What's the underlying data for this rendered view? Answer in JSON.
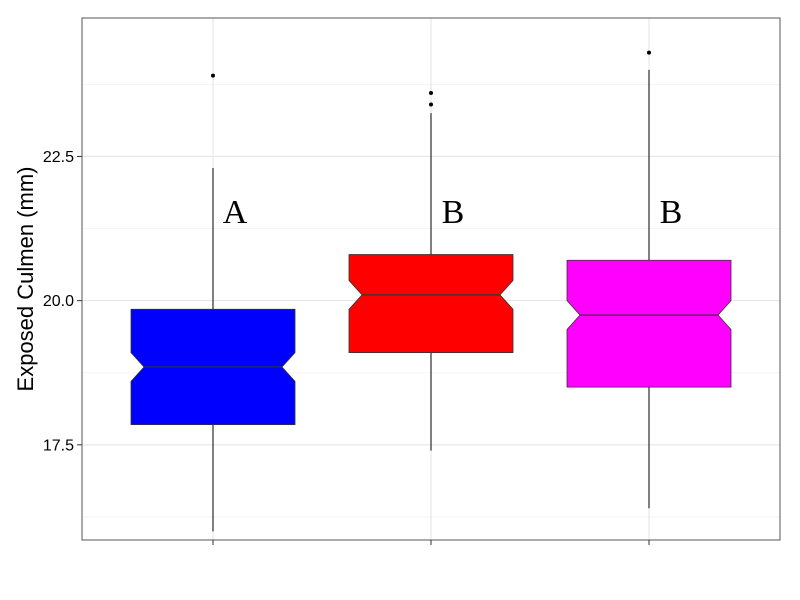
{
  "chart_data": {
    "type": "boxplot",
    "ylabel": "Exposed Culmen (mm)",
    "ylim": [
      15.85,
      24.9
    ],
    "yticks": [
      17.5,
      20.0,
      22.5
    ],
    "ytick_labels": [
      "17.5",
      "20.0",
      "22.5"
    ],
    "grid": true,
    "notched": true,
    "groups": [
      {
        "color": "#0000ff",
        "letter": "A",
        "letter_y": 21.55,
        "whisker_low": 16.0,
        "q1": 17.85,
        "median": 18.85,
        "q3": 19.85,
        "whisker_high": 22.3,
        "notch_low": 18.6,
        "notch_high": 19.1,
        "outliers": [
          23.9
        ]
      },
      {
        "color": "#ff0000",
        "letter": "B",
        "letter_y": 21.55,
        "whisker_low": 17.4,
        "q1": 19.1,
        "median": 20.1,
        "q3": 20.8,
        "whisker_high": 23.25,
        "notch_low": 19.85,
        "notch_high": 20.35,
        "outliers": [
          23.6,
          23.4
        ]
      },
      {
        "color": "#ff00ff",
        "letter": "B",
        "letter_y": 21.55,
        "whisker_low": 16.4,
        "q1": 18.5,
        "median": 19.75,
        "q3": 20.7,
        "whisker_high": 24.0,
        "notch_low": 19.5,
        "notch_high": 20.0,
        "outliers": [
          24.3
        ]
      }
    ]
  }
}
